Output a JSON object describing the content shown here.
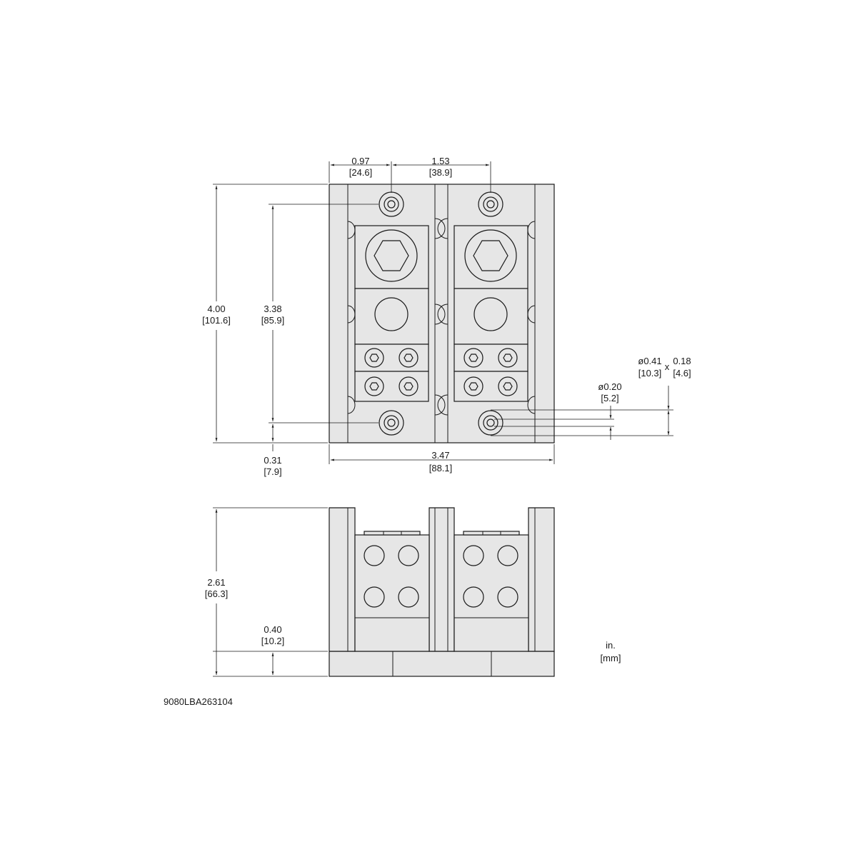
{
  "dimensions": {
    "width_097": {
      "in": "0.97",
      "mm": "[24.6]"
    },
    "width_153": {
      "in": "1.53",
      "mm": "[38.9]"
    },
    "height_400": {
      "in": "4.00",
      "mm": "[101.6]"
    },
    "height_338": {
      "in": "3.38",
      "mm": "[85.9]"
    },
    "offset_031": {
      "in": "0.31",
      "mm": "[7.9]"
    },
    "width_347": {
      "in": "3.47",
      "mm": "[88.1]"
    },
    "hole_020": {
      "in": "ø0.20",
      "mm": "[5.2]"
    },
    "cbore_041": {
      "in": "ø0.41",
      "mm": "[10.3]",
      "sep": "x",
      "depth_in": "0.18",
      "depth_mm": "[4.6]"
    },
    "height_261": {
      "in": "2.61",
      "mm": "[66.3]"
    },
    "base_040": {
      "in": "0.40",
      "mm": "[10.2]"
    }
  },
  "units": {
    "line1": "in.",
    "line2": "[mm]"
  },
  "part_number": "9080LBA263104",
  "colors": {
    "fill": "#e6e6e6",
    "stroke": "#1a1a1a",
    "background": "#ffffff"
  }
}
